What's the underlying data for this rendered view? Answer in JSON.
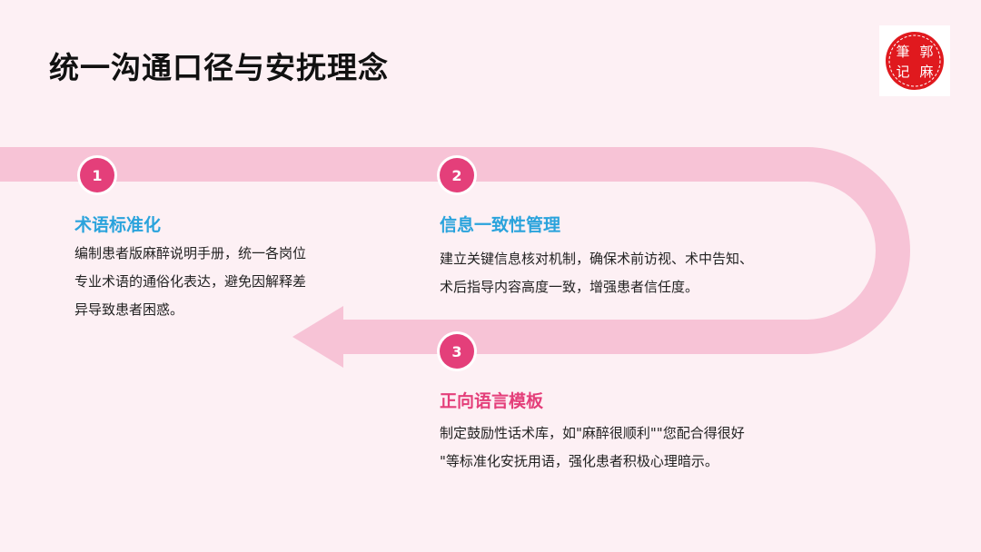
{
  "page": {
    "title": "统一沟通口径与安抚理念"
  },
  "logo": {
    "chars": [
      "筆",
      "郭",
      "记",
      "麻"
    ],
    "color": "#e0191e"
  },
  "colors": {
    "accent": "#e43f7a",
    "band": "#f7c3d6",
    "blue": "#2aa3dc",
    "pink": "#e43f7a"
  },
  "steps": [
    {
      "number": "1",
      "title": "术语标准化",
      "desc_lines": [
        "编制患者版麻醉说明手册，统一各岗位",
        "专业术语的通俗化表达，避免因解释差",
        "异导致患者困惑。"
      ]
    },
    {
      "number": "2",
      "title": "信息一致性管理",
      "desc_lines": [
        "建立关键信息核对机制，确保术前访视、术中告知、",
        "术后指导内容高度一致，增强患者信任度。"
      ]
    },
    {
      "number": "3",
      "title": "正向语言模板",
      "desc_lines": [
        "制定鼓励性话术库，如\"麻醉很顺利\"\"您配合得很好",
        "\"等标准化安抚用语，强化患者积极心理暗示。"
      ]
    }
  ]
}
